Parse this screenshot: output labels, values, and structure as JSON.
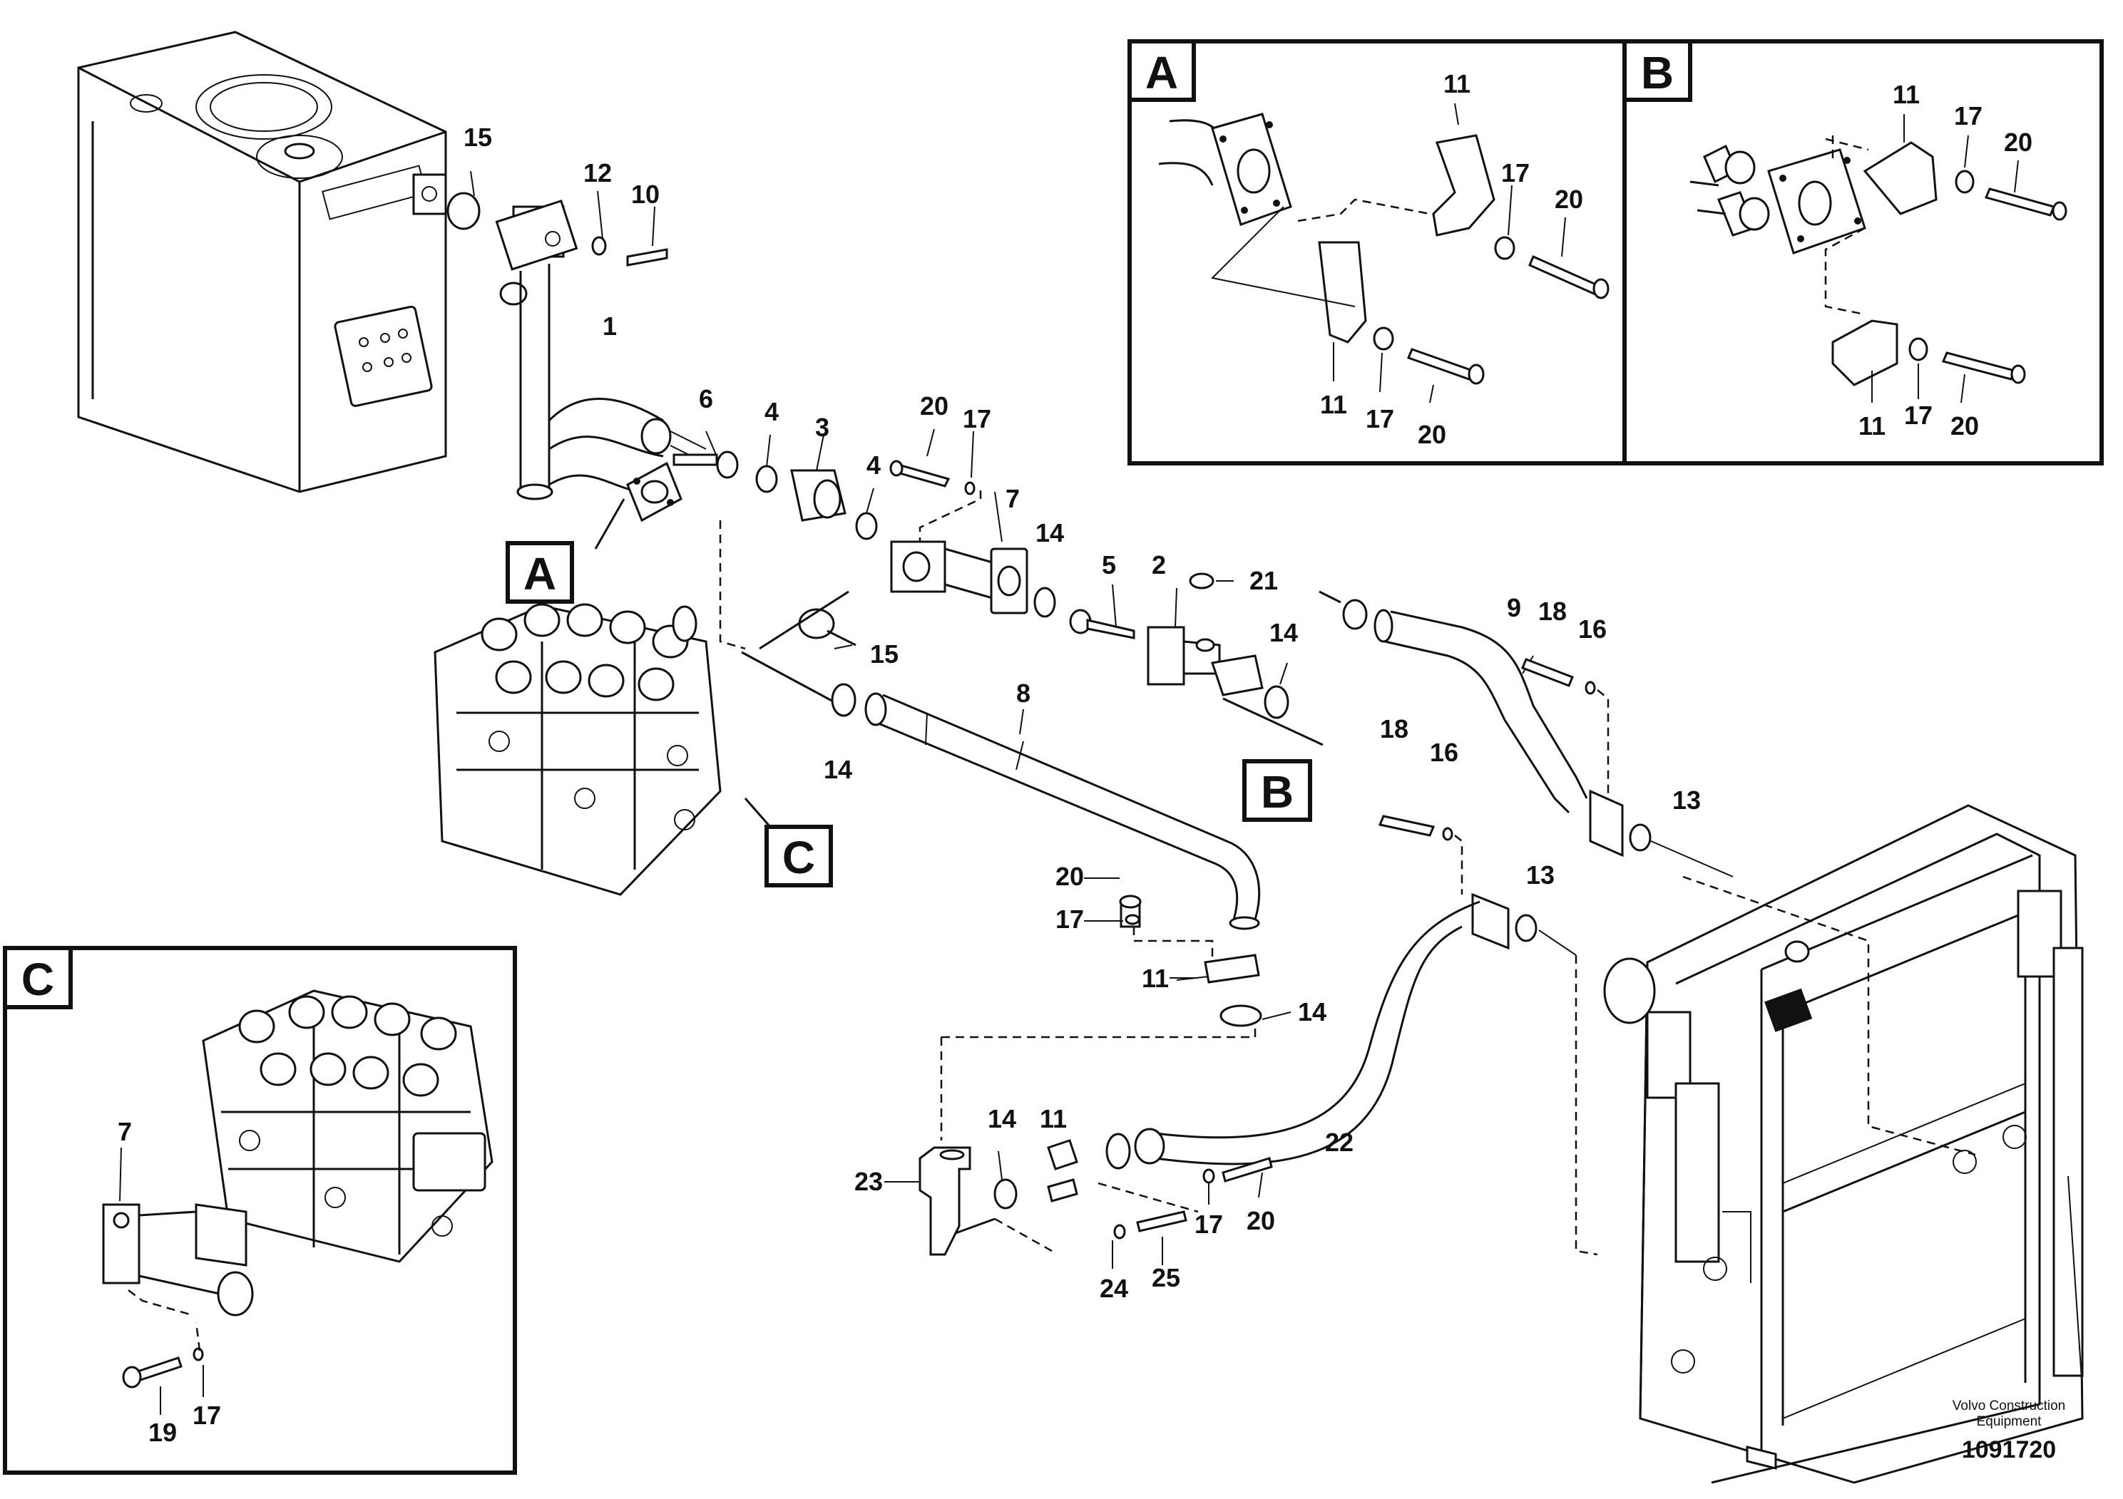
{
  "callouts": {
    "c15a": "15",
    "c12": "12",
    "c10": "10",
    "c1": "1",
    "c6": "6",
    "c4a": "4",
    "c3": "3",
    "c4b": "4",
    "c20a": "20",
    "c17a": "17",
    "c7": "7",
    "c14a": "14",
    "c5": "5",
    "c2": "2",
    "c21": "21",
    "c14b": "14",
    "c15b": "15",
    "c14c": "14",
    "c8": "8",
    "c9": "9",
    "c18a": "18",
    "c16a": "16",
    "c18b": "18",
    "c16b": "16",
    "c13a": "13",
    "c13b": "13",
    "c20b": "20",
    "c17b": "17",
    "c11a": "11",
    "c14d": "14",
    "c11b": "11",
    "c14e": "14",
    "c23": "23",
    "c22": "22",
    "c17c": "17",
    "c20c": "20",
    "c24": "24",
    "c25": "25"
  },
  "detail_a": {
    "letter": "A",
    "labels": {
      "c11top": "11",
      "c17top": "17",
      "c20top": "20",
      "c11bot": "11",
      "c17bot": "17",
      "c20bot": "20"
    }
  },
  "detail_b": {
    "letter": "B",
    "labels": {
      "c11top": "11",
      "c17top": "17",
      "c20top": "20",
      "c11bot": "11",
      "c17bot": "17",
      "c20bot": "20"
    }
  },
  "detail_c": {
    "letter": "C",
    "labels": {
      "c7": "7",
      "c19": "19",
      "c17": "17"
    }
  },
  "pointers": {
    "a": "A",
    "b": "B",
    "c": "C"
  },
  "footer": {
    "company_line1": "Volvo Construction",
    "company_line2": "Equipment",
    "reference_number": "1091720"
  }
}
